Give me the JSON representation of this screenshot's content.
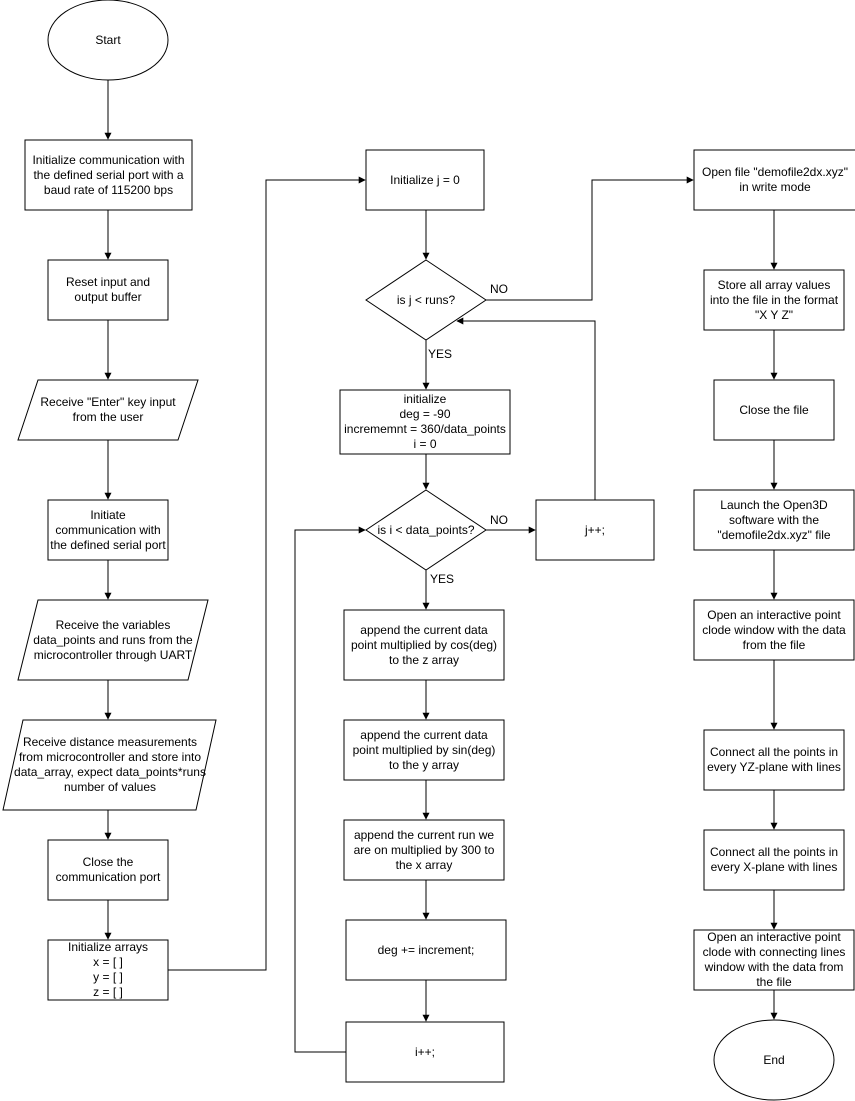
{
  "nodes": {
    "start": "Start",
    "init_comm": "Initialize communication with the defined serial port with a baud rate of 115200 bps",
    "reset_buffer": "Reset input and output buffer",
    "receive_enter": "Receive \"Enter\" key input from the user",
    "initiate_comm": "Initiate communication with the defined serial port",
    "receive_vars": "Receive the variables data_points and runs from the microcontroller through UART",
    "receive_dist": "Receive distance measurements from microcontroller and store into data_array, expect data_points*runs number of values",
    "close_port": "Close the communication port",
    "init_arrays": "Initialize arrays\nx = [ ]\ny = [ ]\nz = [ ]",
    "init_j": "Initialize j = 0",
    "decision_j": "is j < runs?",
    "init_deg": "initialize\ndeg = -90\nincrememnt = 360/data_points\ni = 0",
    "decision_i": "is i < data_points?",
    "j_inc": "j++;",
    "append_z": "append the current data point multiplied by cos(deg) to the z array",
    "append_y": "append the current data point multiplied by sin(deg) to the y array",
    "append_x": "append the current run we are on multiplied by 300 to the x array",
    "deg_inc": "deg += increment;",
    "i_inc": "i++;",
    "open_file": "Open file \"demofile2dx.xyz\" in write mode",
    "store_values": "Store all array values into the file in the format \"X Y Z\"",
    "close_file": "Close the file",
    "launch": "Launch the Open3D software with the \"demofile2dx.xyz\" file",
    "open_window": "Open an interactive point clode window with the data from the file",
    "connect_yz": "Connect all the points in every YZ-plane with lines",
    "connect_x": "Connect all the points in every X-plane with lines",
    "open_window_lines": "Open an interactive point clode with connecting lines window with the data from the file",
    "end": "End"
  },
  "edge_labels": {
    "j_no": "NO",
    "j_yes": "YES",
    "i_no": "NO",
    "i_yes": "YES"
  }
}
